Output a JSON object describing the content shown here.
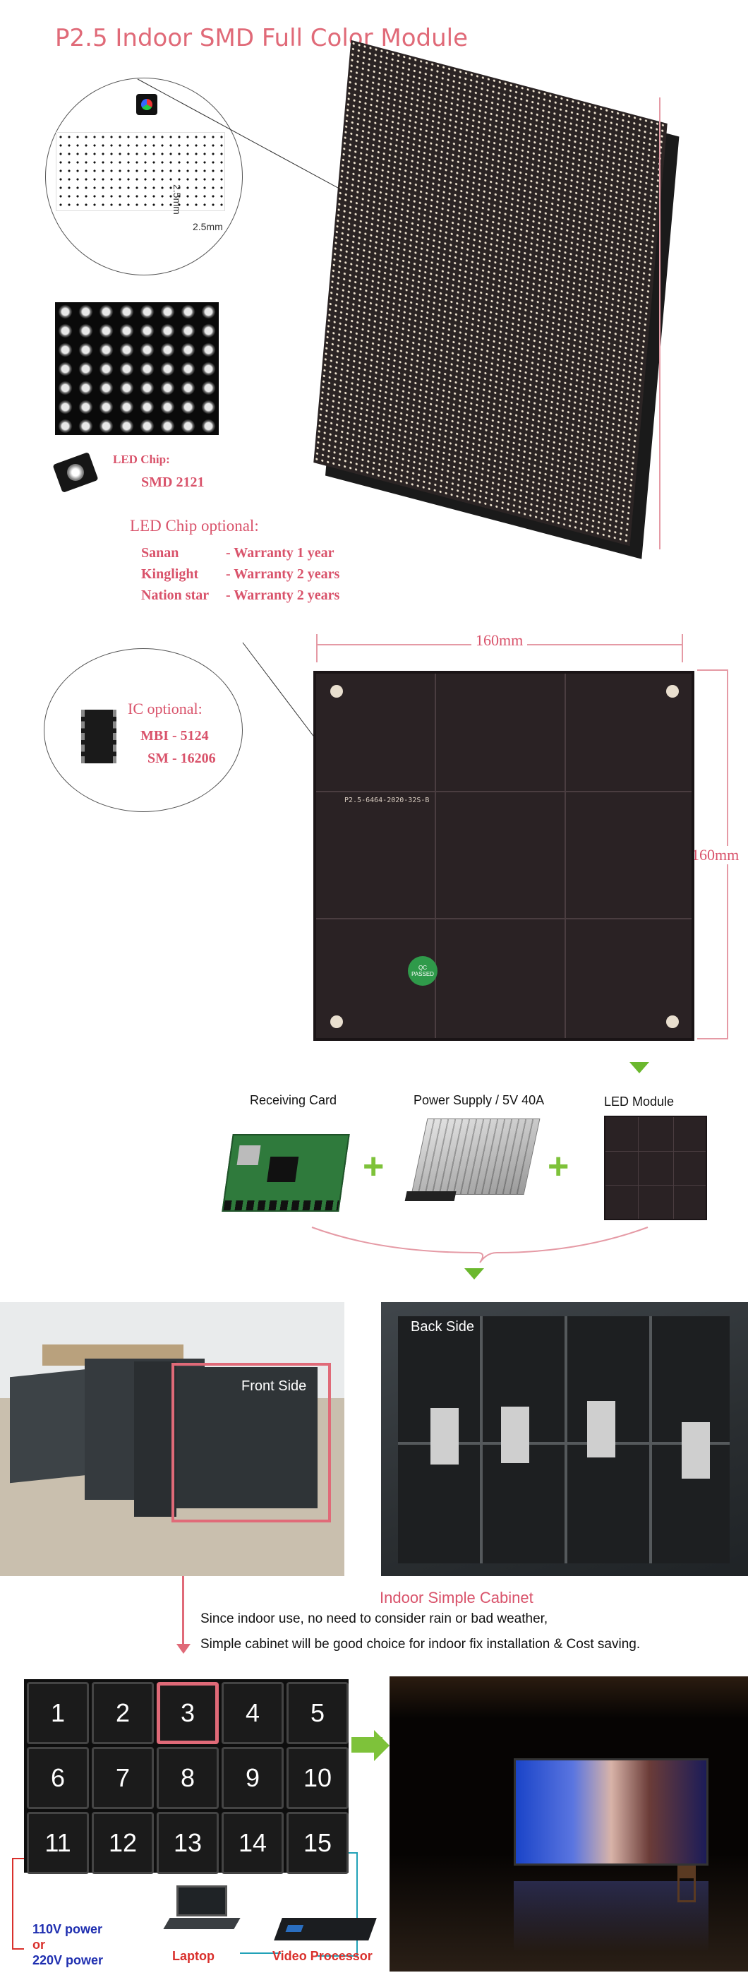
{
  "title": "P2.5 Indoor SMD Full Color Module",
  "zoom_circle": {
    "dim_v": "2.5mm",
    "dim_h": "2.5mm"
  },
  "led_chip": {
    "heading": "LED Chip:",
    "model": "SMD 2121",
    "optional_heading": "LED Chip optional:",
    "options": [
      {
        "brand": "Sanan",
        "warranty": "- Warranty 1 year"
      },
      {
        "brand": "Kinglight",
        "warranty": "- Warranty 2 years"
      },
      {
        "brand": "Nation star",
        "warranty": "- Warranty 2 years"
      }
    ]
  },
  "ic": {
    "heading": "IC optional:",
    "options": [
      "MBI - 5124",
      "SM - 16206"
    ]
  },
  "dimensions": {
    "width": "160mm",
    "height": "160mm"
  },
  "pcb_text": {
    "model_code": "P2.5-6464-2020-32S-B",
    "cert": "QC PASSED"
  },
  "components": {
    "receiving_card": "Receiving Card",
    "power_supply": "Power Supply / 5V 40A",
    "led_module": "LED Module"
  },
  "photos": {
    "front_side": "Front Side",
    "back_side": "Back Side"
  },
  "cabinet": {
    "heading": "Indoor Simple Cabinet",
    "line1": "Since indoor use, no need to consider rain or bad weather,",
    "line2": "Simple cabinet will be good choice for indoor fix installation & Cost saving."
  },
  "grid_tiles": [
    "1",
    "2",
    "3",
    "4",
    "5",
    "6",
    "7",
    "8",
    "9",
    "10",
    "11",
    "12",
    "13",
    "14",
    "15"
  ],
  "highlighted_tile": "3",
  "connections": {
    "power_110": "110V power",
    "or": "or",
    "power_220": "220V power",
    "laptop": "Laptop",
    "video_processor": "Video Processor"
  },
  "colors": {
    "accent_pink": "#d9536b",
    "title_pink": "#e06a78",
    "arrow_green": "#6bb82e",
    "power_blue": "#1f2fb0"
  }
}
